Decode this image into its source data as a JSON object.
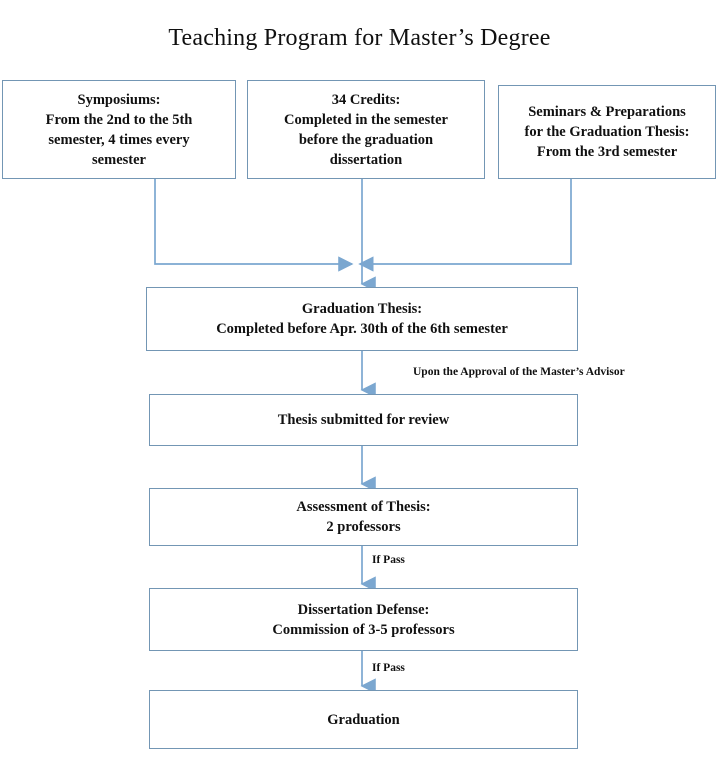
{
  "title": "Teaching Program for Master’s Degree",
  "colors": {
    "node_border": "#7396b4",
    "connector": "#7ba7d0",
    "text": "#111111",
    "background": "#ffffff"
  },
  "nodes": {
    "symposiums": "Symposiums:\nFrom the 2nd to the 5th\nsemester, 4 times every\nsemester",
    "credits": "34 Credits:\nCompleted in the semester\nbefore the graduation\ndissertation",
    "seminars": "Seminars & Preparations\nfor the Graduation Thesis:\nFrom the 3rd semester",
    "graduation_thesis": "Graduation Thesis:\nCompleted before Apr. 30th of the 6th semester",
    "thesis_submitted": "Thesis submitted for review",
    "assessment": "Assessment of Thesis:\n2 professors",
    "dissertation_defense": "Dissertation Defense:\nCommission of 3-5 professors",
    "graduation": "Graduation"
  },
  "edge_labels": {
    "approval": "Upon the Approval of the Master’s Advisor",
    "pass_after_assessment": "If Pass",
    "pass_after_defense": "If Pass"
  }
}
